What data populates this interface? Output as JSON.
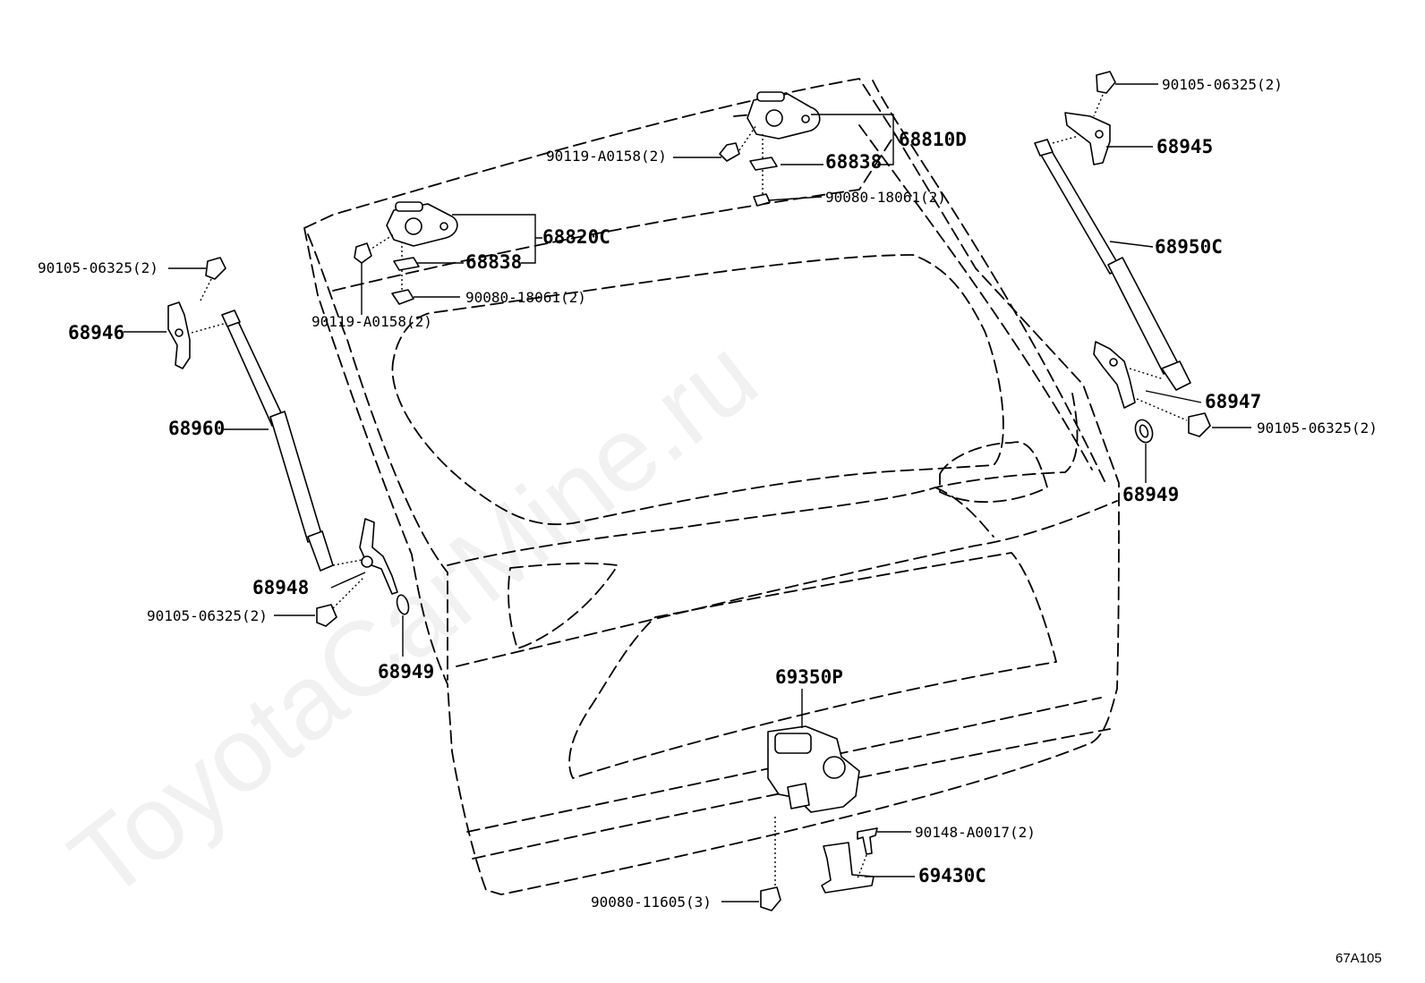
{
  "watermark": "ToyotaCarMine.ru",
  "diagram_code": "67A105",
  "labels": {
    "hinge_right": "68810D",
    "hinge_left": "68820C",
    "shim_1": "68838",
    "shim_2": "68838",
    "bolt_hinge_right": "90119-A0158(2)",
    "bolt_hinge_left": "90119-A0158(2)",
    "nut_hinge_right": "90080-18061(2)",
    "nut_hinge_left": "90080-18061(2)",
    "bolt_top_right": "90105-06325(2)",
    "bolt_top_left": "90105-06325(2)",
    "bolt_mid_right": "90105-06325(2)",
    "bolt_low_left": "90105-06325(2)",
    "bracket_top_right": "68945",
    "bracket_top_left": "68946",
    "bracket_low_right": "68947",
    "bracket_low_left": "68948",
    "stay_right": "68950C",
    "stay_left": "68960",
    "cushion_right": "68949",
    "cushion_left": "68949",
    "lock": "69350P",
    "screw_striker": "90148-A0017(2)",
    "striker": "69430C",
    "bolt_lock": "90080-11605(3)"
  }
}
